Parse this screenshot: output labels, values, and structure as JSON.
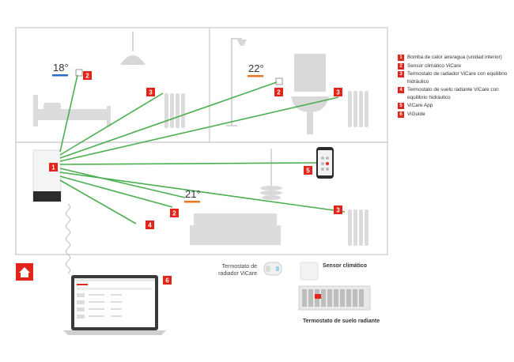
{
  "temperatures": {
    "bedroom": "18°",
    "bathroom": "22°",
    "living": "21°"
  },
  "markers": [
    "1",
    "2",
    "3",
    "4",
    "5",
    "6"
  ],
  "legend": [
    {
      "num": "1",
      "text": "Bomba de calor aire/agua (unidad interior)"
    },
    {
      "num": "2",
      "text": "Sensor climático ViCare"
    },
    {
      "num": "3",
      "text": "Termostato de radiador ViCare con equilibrio hidráulico"
    },
    {
      "num": "4",
      "text": "Termostato de suelo radiante ViCare con equilibrio hidráulico"
    },
    {
      "num": "5",
      "text": "ViCare App"
    },
    {
      "num": "6",
      "text": "ViGuide"
    }
  ],
  "captions": {
    "radiator_thermostat": "Termostato de radiador ViCare",
    "climate_sensor": "Sensor climático",
    "floor_thermostat": "Termostato de suelo radiante"
  },
  "colors": {
    "marker": "#e3241b",
    "connection": "#4caf50",
    "walls": "#c8c8c8",
    "furniture": "#d9d9d9",
    "home_icon": "#e3241b"
  }
}
